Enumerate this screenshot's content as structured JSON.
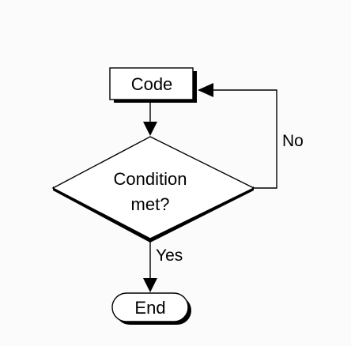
{
  "flowchart": {
    "nodes": {
      "code": {
        "shape": "rectangle",
        "label": "Code"
      },
      "condition": {
        "shape": "diamond",
        "line1": "Condition",
        "line2": "met?"
      },
      "end": {
        "shape": "terminator",
        "label": "End"
      }
    },
    "edges": {
      "code_to_condition": {
        "from": "code",
        "to": "condition",
        "label": ""
      },
      "condition_no": {
        "from": "condition",
        "to": "code",
        "label": "No"
      },
      "condition_yes": {
        "from": "condition",
        "to": "end",
        "label": "Yes"
      }
    },
    "colors": {
      "stroke": "#000000",
      "fill": "#ffffff",
      "shadow": "#000000",
      "background": "#fbfbfb"
    }
  }
}
